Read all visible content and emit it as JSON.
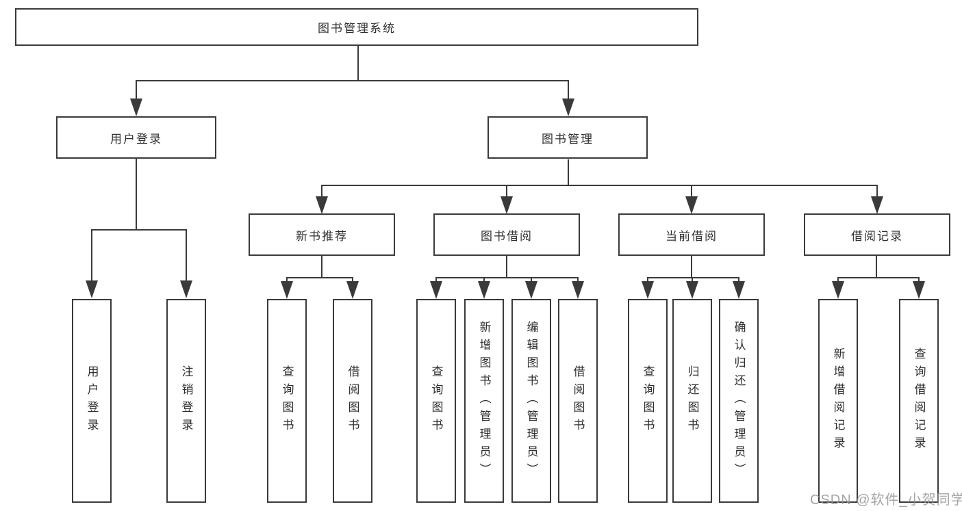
{
  "diagram_type": "hierarchy-tree",
  "colors": {
    "line": "#3a3a3a",
    "text": "#2f2f2f",
    "watermark": "#949494",
    "background": "#ffffff"
  },
  "watermark": {
    "text": "CSDN @软件_小贺同学"
  },
  "tree": {
    "root": {
      "label": "图书管理系统",
      "children": [
        {
          "label": "用户登录",
          "children": [
            {
              "label": "用户登录"
            },
            {
              "label": "注销登录"
            }
          ]
        },
        {
          "label": "图书管理",
          "children": [
            {
              "label": "新书推荐",
              "children": [
                {
                  "label": "查询图书"
                },
                {
                  "label": "借阅图书"
                }
              ]
            },
            {
              "label": "图书借阅",
              "children": [
                {
                  "label": "查询图书"
                },
                {
                  "label": "新增图书（管理员）"
                },
                {
                  "label": "编辑图书（管理员）"
                },
                {
                  "label": "借阅图书"
                }
              ]
            },
            {
              "label": "当前借阅",
              "children": [
                {
                  "label": "查询图书"
                },
                {
                  "label": "归还图书"
                },
                {
                  "label": "确认归还（管理员）"
                }
              ]
            },
            {
              "label": "借阅记录",
              "children": [
                {
                  "label": "新增借阅记录"
                },
                {
                  "label": "查询借阅记录"
                }
              ]
            }
          ]
        }
      ]
    }
  }
}
